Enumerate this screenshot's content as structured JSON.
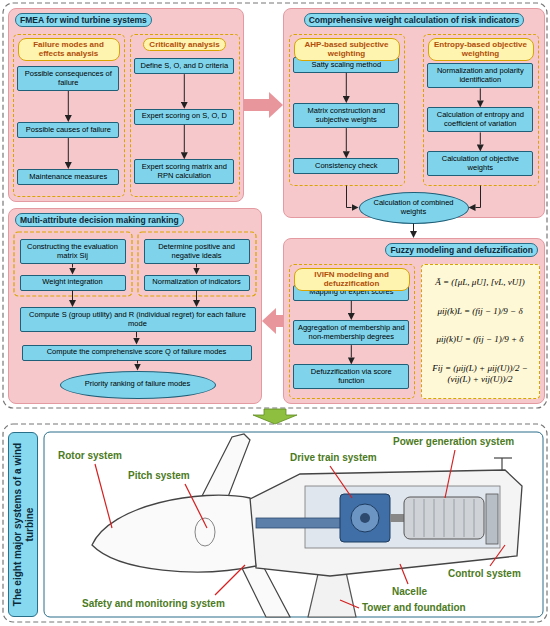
{
  "diagram": {
    "nodes": [
      {
        "text": [
          "FMEA for wind turbine systems"
        ]
      },
      {
        "text": [
          "Failure modes and effects analysis"
        ],
        "in": 0
      },
      {
        "text": [
          "Possible consequences of failure"
        ],
        "in": 1
      },
      {
        "text": [
          "Possible causes of failure"
        ],
        "in": 1
      },
      {
        "text": [
          "Maintenance measures"
        ],
        "in": 1
      },
      {
        "text": [
          "Criticality analysis"
        ],
        "in": 0
      },
      {
        "text": [
          "Define S, O, and D criteria"
        ],
        "in": 5
      },
      {
        "text": [
          "Expert scoring on S, O, D"
        ],
        "in": 5
      },
      {
        "text": [
          "Expert scoring matrix and RPN calculation"
        ],
        "in": 5
      },
      {
        "text": [
          "Comprehensive weight calculation of risk indicators"
        ]
      },
      {
        "text": [
          "AHP-based subjective weighting"
        ],
        "in": 9
      },
      {
        "text": [
          "Satty scaling method"
        ],
        "in": 10
      },
      {
        "text": [
          "Matrix construction and subjective weights"
        ],
        "in": 10
      },
      {
        "text": [
          "Consistency check"
        ],
        "in": 10
      },
      {
        "text": [
          "Entropy-based objective weighting"
        ],
        "in": 9
      },
      {
        "text": [
          "Normalization and polarity identification"
        ],
        "in": 14
      },
      {
        "text": [
          "Calculation of entropy and coefficient of variation"
        ],
        "in": 14
      },
      {
        "text": [
          "Calculation of objective weights"
        ],
        "in": 14
      },
      {
        "text": [
          "Calculation of combined weights"
        ],
        "in": 9
      },
      {
        "text": [
          "Fuzzy modeling and defuzzification"
        ]
      },
      {
        "text": [
          "IVIFN modeling and defuzzification"
        ],
        "in": 19
      },
      {
        "text": [
          "Mapping of expert scores"
        ],
        "in": 20
      },
      {
        "text": [
          "Aggregation of membership and non-membership degrees"
        ],
        "in": 20
      },
      {
        "text": [
          "Defuzzification via score function"
        ],
        "in": 20
      },
      {
        "text": [
          "Ã = ([μL, μU], [νL, νU])",
          "μij(k)L = (fij − 1)/9 − δ",
          "μij(k)U = (fij − 1)/9 + δ",
          "Fij = (μij(L) + μij(U))/2 − (νij(L) + νij(U))/2"
        ],
        "in": 19
      },
      {
        "text": [
          "Multi-attribute decision making ranking"
        ]
      },
      {
        "text": [
          "Constructing the evaluation matrix Sij"
        ],
        "in": 25
      },
      {
        "text": [
          "Weight integration"
        ],
        "in": 25
      },
      {
        "text": [
          "Determine positive and negative ideals"
        ],
        "in": 25
      },
      {
        "text": [
          "Normalization of indicators"
        ],
        "in": 25
      },
      {
        "text": [
          "Compute S (group utility) and R (individual regret) for each failure mode"
        ],
        "in": 25
      },
      {
        "text": [
          "Compute the comprehensive score Q of failure modes"
        ],
        "in": 25
      },
      {
        "text": [
          "Priority ranking of failure modes"
        ],
        "in": 25
      },
      {
        "text": [
          "The eight major systems of a wind turbine"
        ]
      }
    ],
    "edges": [
      {
        "from": 0,
        "to": 9,
        "arrow": "to"
      },
      {
        "from": 2,
        "to": 3,
        "arrow": "to"
      },
      {
        "from": 3,
        "to": 4,
        "arrow": "to"
      },
      {
        "from": 6,
        "to": 7,
        "arrow": "to"
      },
      {
        "from": 7,
        "to": 8,
        "arrow": "to"
      },
      {
        "from": 11,
        "to": 12,
        "arrow": "to"
      },
      {
        "from": 12,
        "to": 13,
        "arrow": "to"
      },
      {
        "from": 15,
        "to": 16,
        "arrow": "to"
      },
      {
        "from": 16,
        "to": 17,
        "arrow": "to"
      },
      {
        "from": 10,
        "to": 18,
        "arrow": "to"
      },
      {
        "from": 14,
        "to": 18,
        "arrow": "to"
      },
      {
        "from": 18,
        "to": 19,
        "arrow": "to"
      },
      {
        "from": 21,
        "to": 22,
        "arrow": "to"
      },
      {
        "from": 22,
        "to": 23,
        "arrow": "to"
      },
      {
        "from": 19,
        "to": 25,
        "arrow": "to"
      },
      {
        "from": 26,
        "to": 27,
        "arrow": "to"
      },
      {
        "from": 28,
        "to": 29,
        "arrow": "to"
      },
      {
        "from": 27,
        "to": 30,
        "arrow": "to"
      },
      {
        "from": 29,
        "to": 30,
        "arrow": "to"
      },
      {
        "from": 30,
        "to": 31,
        "arrow": "to"
      },
      {
        "from": 31,
        "to": 32,
        "arrow": "to"
      }
    ],
    "labels": [
      "Rotor system",
      "Pitch system",
      "Drive train system",
      "Power generation system",
      "Control system",
      "Nacelle",
      "Tower and foundation",
      "Safety and monitoring system"
    ]
  }
}
